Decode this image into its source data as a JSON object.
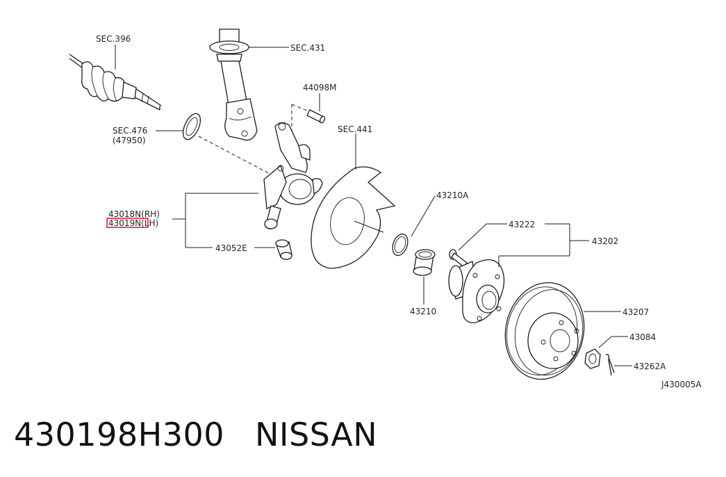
{
  "labels": {
    "sec396": "SEC.396",
    "sec431": "SEC.431",
    "sec476": "SEC.476",
    "sec476_sub": "(47950)",
    "p44098m": "44098M",
    "sec441": "SEC.441",
    "p43018n": "43018N(RH)",
    "p43019n": "43019N(LH)",
    "p43052e": "43052E",
    "p43210a": "43210A",
    "p43222": "43222",
    "p43202": "43202",
    "p43210": "43210",
    "p43207": "43207",
    "p43084": "43084",
    "p43262a": "43262A",
    "diagram_code": "J430005A"
  },
  "caption": {
    "part_number": "430198H300",
    "brand": "NISSAN"
  },
  "highlight": {
    "color": "#e0252b",
    "part": "43019N(LH)"
  }
}
